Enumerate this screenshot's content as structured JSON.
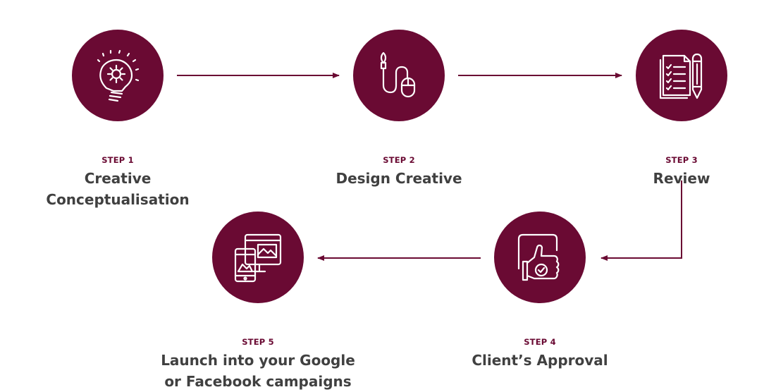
{
  "steps": [
    {
      "label": "STEP 1",
      "title_line1": "Creative",
      "title_line2": "Conceptualisation",
      "icon": "lightbulb-gear-icon"
    },
    {
      "label": "STEP 2",
      "title_line1": "Design Creative",
      "title_line2": "",
      "icon": "brush-mouse-icon"
    },
    {
      "label": "STEP 3",
      "title_line1": "Review",
      "title_line2": "",
      "icon": "checklist-pen-icon"
    },
    {
      "label": "STEP 4",
      "title_line1": "Client’s Approval",
      "title_line2": "",
      "icon": "thumbs-up-check-icon"
    },
    {
      "label": "STEP 5",
      "title_line1": "Launch into your Google",
      "title_line2": "or Facebook campaigns",
      "icon": "responsive-devices-icon"
    }
  ],
  "colors": {
    "accent": "#6a0a33",
    "title_text": "#404040",
    "background": "#ffffff"
  }
}
